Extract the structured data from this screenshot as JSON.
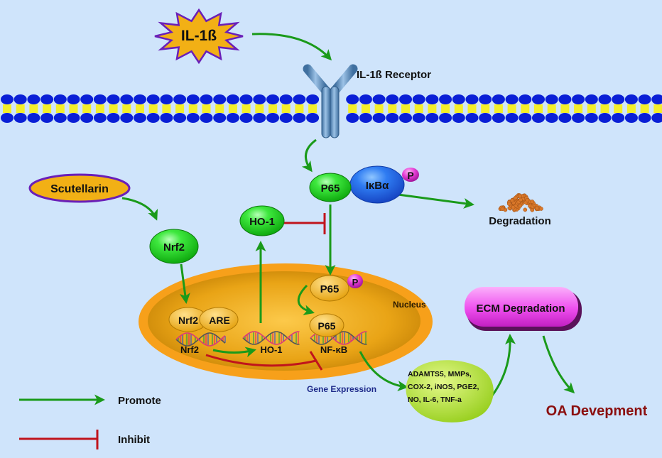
{
  "colors": {
    "background": "#cfe4fb",
    "promote": "#1a9a1a",
    "inhibit": "#c0141c",
    "membrane_head": "#0a1fd6",
    "membrane_tail": "#f4ee2a",
    "receptor": "#5b8bbd",
    "green_node": "#2ee02e",
    "blue_node": "#2a6ef0",
    "phospho": "#e23fd2",
    "orange_star": "#f2b015",
    "purple_border": "#6a1fb8",
    "nucleus_outer": "#f7a01a",
    "nucleus_inner": "#e7a112",
    "ecm_box": "#f05cf0",
    "genes_blob": "#b9e23a",
    "degradation_pile": "#d9782a",
    "oa_text": "#8b0f0f",
    "gene_expr_text": "#1e2a8a"
  },
  "stimulus": {
    "label": "IL-1ß"
  },
  "receptor": {
    "label": "IL-1ß Receptor"
  },
  "drug": {
    "label": "Scutellarin"
  },
  "cytoplasm": {
    "nrf2": "Nrf2",
    "ho1": "HO-1",
    "p65": "P65",
    "ikba": "IκBα",
    "phospho": "P",
    "degradation": "Degradation"
  },
  "nucleus": {
    "label": "Nucleus",
    "nrf2": "Nrf2",
    "are": "ARE",
    "p65_phospho": "P65",
    "phospho": "P",
    "p65": "P65",
    "gene_nrf2": "Nrf2",
    "gene_ho1": "HO-1",
    "gene_nfkb": "NF-κB"
  },
  "gene_expression": {
    "label": "Gene Expression",
    "products": [
      "ADAMTS5, MMPs,",
      "COX-2, iNOS, PGE2,",
      "NO, IL-6, TNF-a"
    ]
  },
  "ecm": {
    "label": "ECM Degradation"
  },
  "outcome": {
    "label": "OA Devepment"
  },
  "legend": {
    "items": [
      {
        "type": "promote",
        "label": "Promote"
      },
      {
        "type": "inhibit",
        "label": "Inhibit"
      }
    ]
  }
}
